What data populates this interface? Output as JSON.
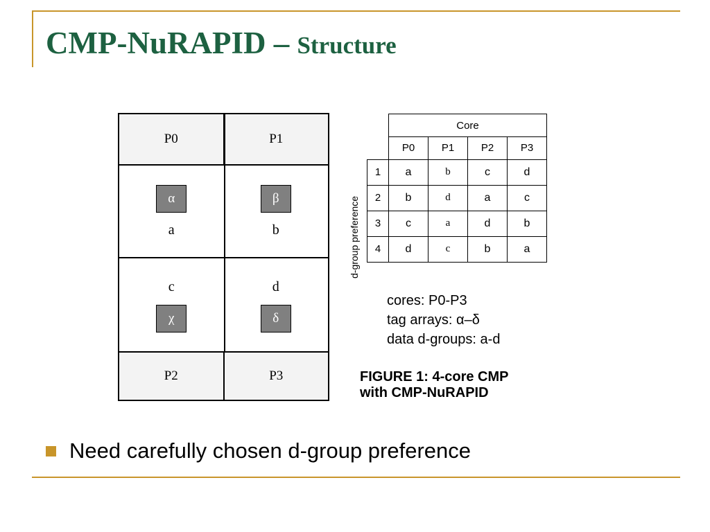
{
  "slide": {
    "title_main": "CMP-NuRAPID – ",
    "title_small": "Structure",
    "accent_color": "#c8952a",
    "title_color": "#1d6141",
    "bullet": "Need carefully chosen d-group preference"
  },
  "left_diagram": {
    "top_band": [
      "P0",
      "P1"
    ],
    "bottom_band": [
      "P2",
      "P3"
    ],
    "cells": [
      {
        "tag": "α",
        "letter": "a",
        "tag_position": "above"
      },
      {
        "tag": "β",
        "letter": "b",
        "tag_position": "above"
      },
      {
        "tag": "χ",
        "letter": "c",
        "tag_position": "below"
      },
      {
        "tag": "δ",
        "letter": "d",
        "tag_position": "below"
      }
    ]
  },
  "right_table": {
    "core_header": "Core",
    "columns": [
      "P0",
      "P1",
      "P2",
      "P3"
    ],
    "row_labels": [
      "1",
      "2",
      "3",
      "4"
    ],
    "axis_label": "d-group preference",
    "rows": [
      [
        "a",
        "b",
        "c",
        "d"
      ],
      [
        "b",
        "d",
        "a",
        "c"
      ],
      [
        "c",
        "a",
        "d",
        "b"
      ],
      [
        "d",
        "c",
        "b",
        "a"
      ]
    ],
    "legend": [
      "cores: P0-P3",
      "tag arrays: α–δ",
      "data d-groups: a-d"
    ],
    "caption": "FIGURE 1: 4-core CMP\nwith CMP-NuRAPID"
  }
}
